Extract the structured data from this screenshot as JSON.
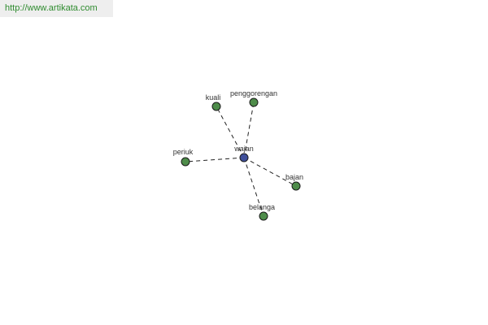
{
  "watermark": {
    "url": "http://www.artikata.com"
  },
  "graph": {
    "center": {
      "id": "wajan",
      "label": "wajan",
      "color": "#3f4f9a"
    },
    "neighbors": [
      {
        "id": "kuali",
        "label": "kuali",
        "color": "#4e8c4a"
      },
      {
        "id": "penggorengan",
        "label": "penggorengan",
        "color": "#4e8c4a"
      },
      {
        "id": "periuk",
        "label": "periuk",
        "color": "#4e8c4a"
      },
      {
        "id": "bajan",
        "label": "bajan",
        "color": "#4e8c4a"
      },
      {
        "id": "belanga",
        "label": "belanga",
        "color": "#4e8c4a"
      }
    ],
    "edge_style": "dashed"
  }
}
